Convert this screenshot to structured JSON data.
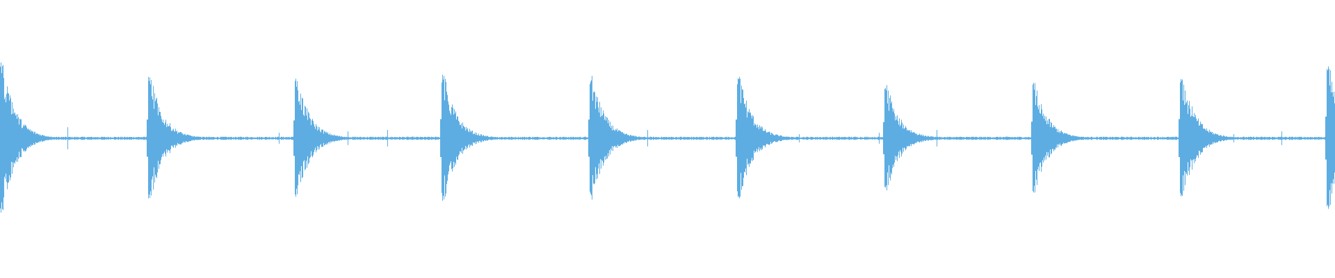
{
  "waveform": {
    "color": "#5dade2",
    "background": "#ffffff",
    "duration_fraction_onsets": [
      0.0,
      0.1107,
      0.2208,
      0.3306,
      0.4419,
      0.5521,
      0.6625,
      0.7734,
      0.8839,
      0.994
    ],
    "onset_peak_amplitudes": [
      0.55,
      0.45,
      0.43,
      0.46,
      0.45,
      0.45,
      0.39,
      0.4,
      0.46,
      0.52
    ],
    "decay_fraction": 0.022,
    "noise_floor_amplitude": 0.012,
    "minor_click_fractions": [
      0.0506,
      0.2088,
      0.2604,
      0.2903,
      0.4414,
      0.4851,
      0.5986,
      0.6582,
      0.7015,
      0.9241,
      0.9598
    ],
    "minor_click_amplitudes": [
      0.08,
      0.04,
      0.05,
      0.06,
      0.04,
      0.06,
      0.03,
      0.04,
      0.06,
      0.03,
      0.05
    ]
  }
}
